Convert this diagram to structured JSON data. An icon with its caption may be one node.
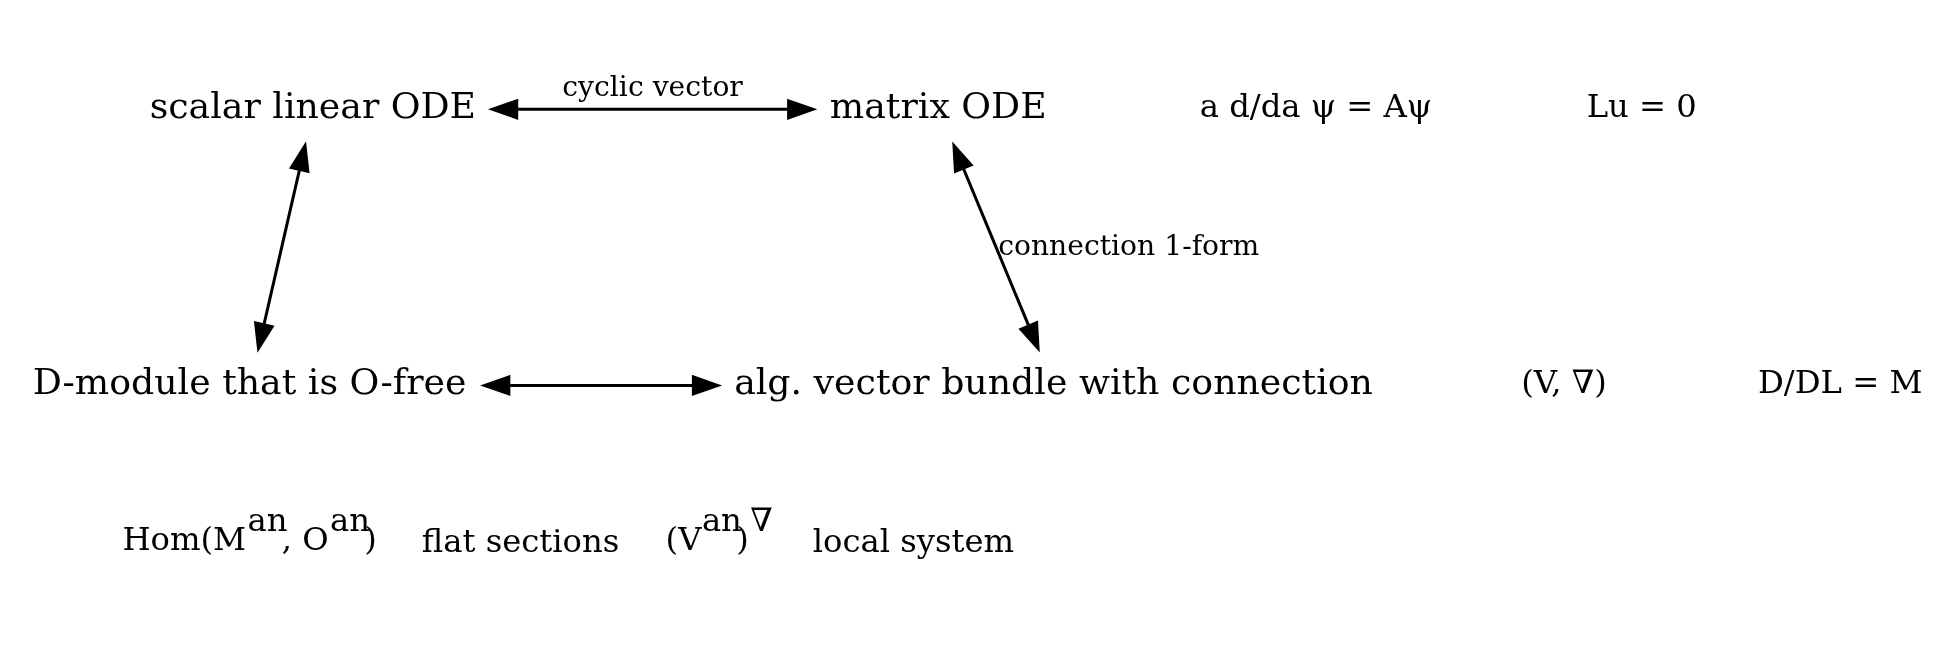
{
  "diagram": {
    "nodes": [
      {
        "text": [
          "scalar linear ODE"
        ]
      },
      {
        "text": [
          "matrix ODE"
        ]
      },
      {
        "text": [
          "D-module that is O-free"
        ]
      },
      {
        "text": [
          "alg. vector bundle with connection"
        ]
      }
    ],
    "edges": [
      {
        "from": 0,
        "to": 1,
        "arrow": "both",
        "label": "cyclic vector"
      },
      {
        "from": 0,
        "to": 2,
        "arrow": "both"
      },
      {
        "from": 1,
        "to": 3,
        "arrow": "both",
        "label": "connection 1-form"
      },
      {
        "from": 2,
        "to": 3,
        "arrow": "both"
      }
    ],
    "labels": [
      "a d/da ψ = Aψ",
      "Lu = 0",
      "(V, ∇)",
      "D/DL = M",
      "Hom(M$^{an}$, O$^{an}$)",
      "flat sections",
      "(V$^{an}$)$^{∇}$",
      "local system"
    ]
  }
}
